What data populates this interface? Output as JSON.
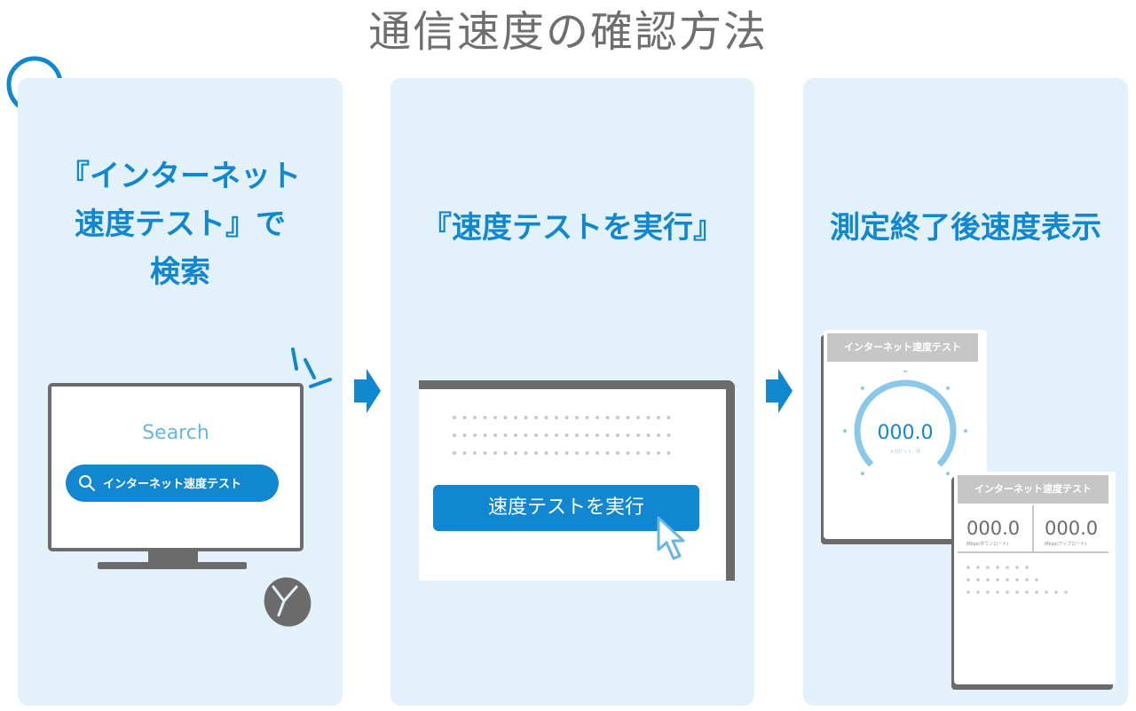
{
  "title": "通信速度の確認方法",
  "colors": {
    "accent": "#1187d1",
    "panel": "#e3f2fa",
    "gray": "#6b6b6b"
  },
  "step1": {
    "heading_lines": [
      "『インターネット",
      "速度テスト』で",
      "検索"
    ],
    "search_label": "Search",
    "search_query": "インターネット速度テスト"
  },
  "step2": {
    "heading_lines": [
      "『速度テストを実行』"
    ],
    "button_label": "速度テストを実行"
  },
  "step3": {
    "heading_lines": [
      "測定終了後速度表示"
    ],
    "card_title": "インターネット速度テスト",
    "gauge_value": "000.0",
    "gauge_unit": "メガビット／秒",
    "download_value": "000.0",
    "download_unit": "Mbps(ダウンロード)",
    "upload_value": "000.0",
    "upload_unit": "Mbps(アップロード)"
  }
}
